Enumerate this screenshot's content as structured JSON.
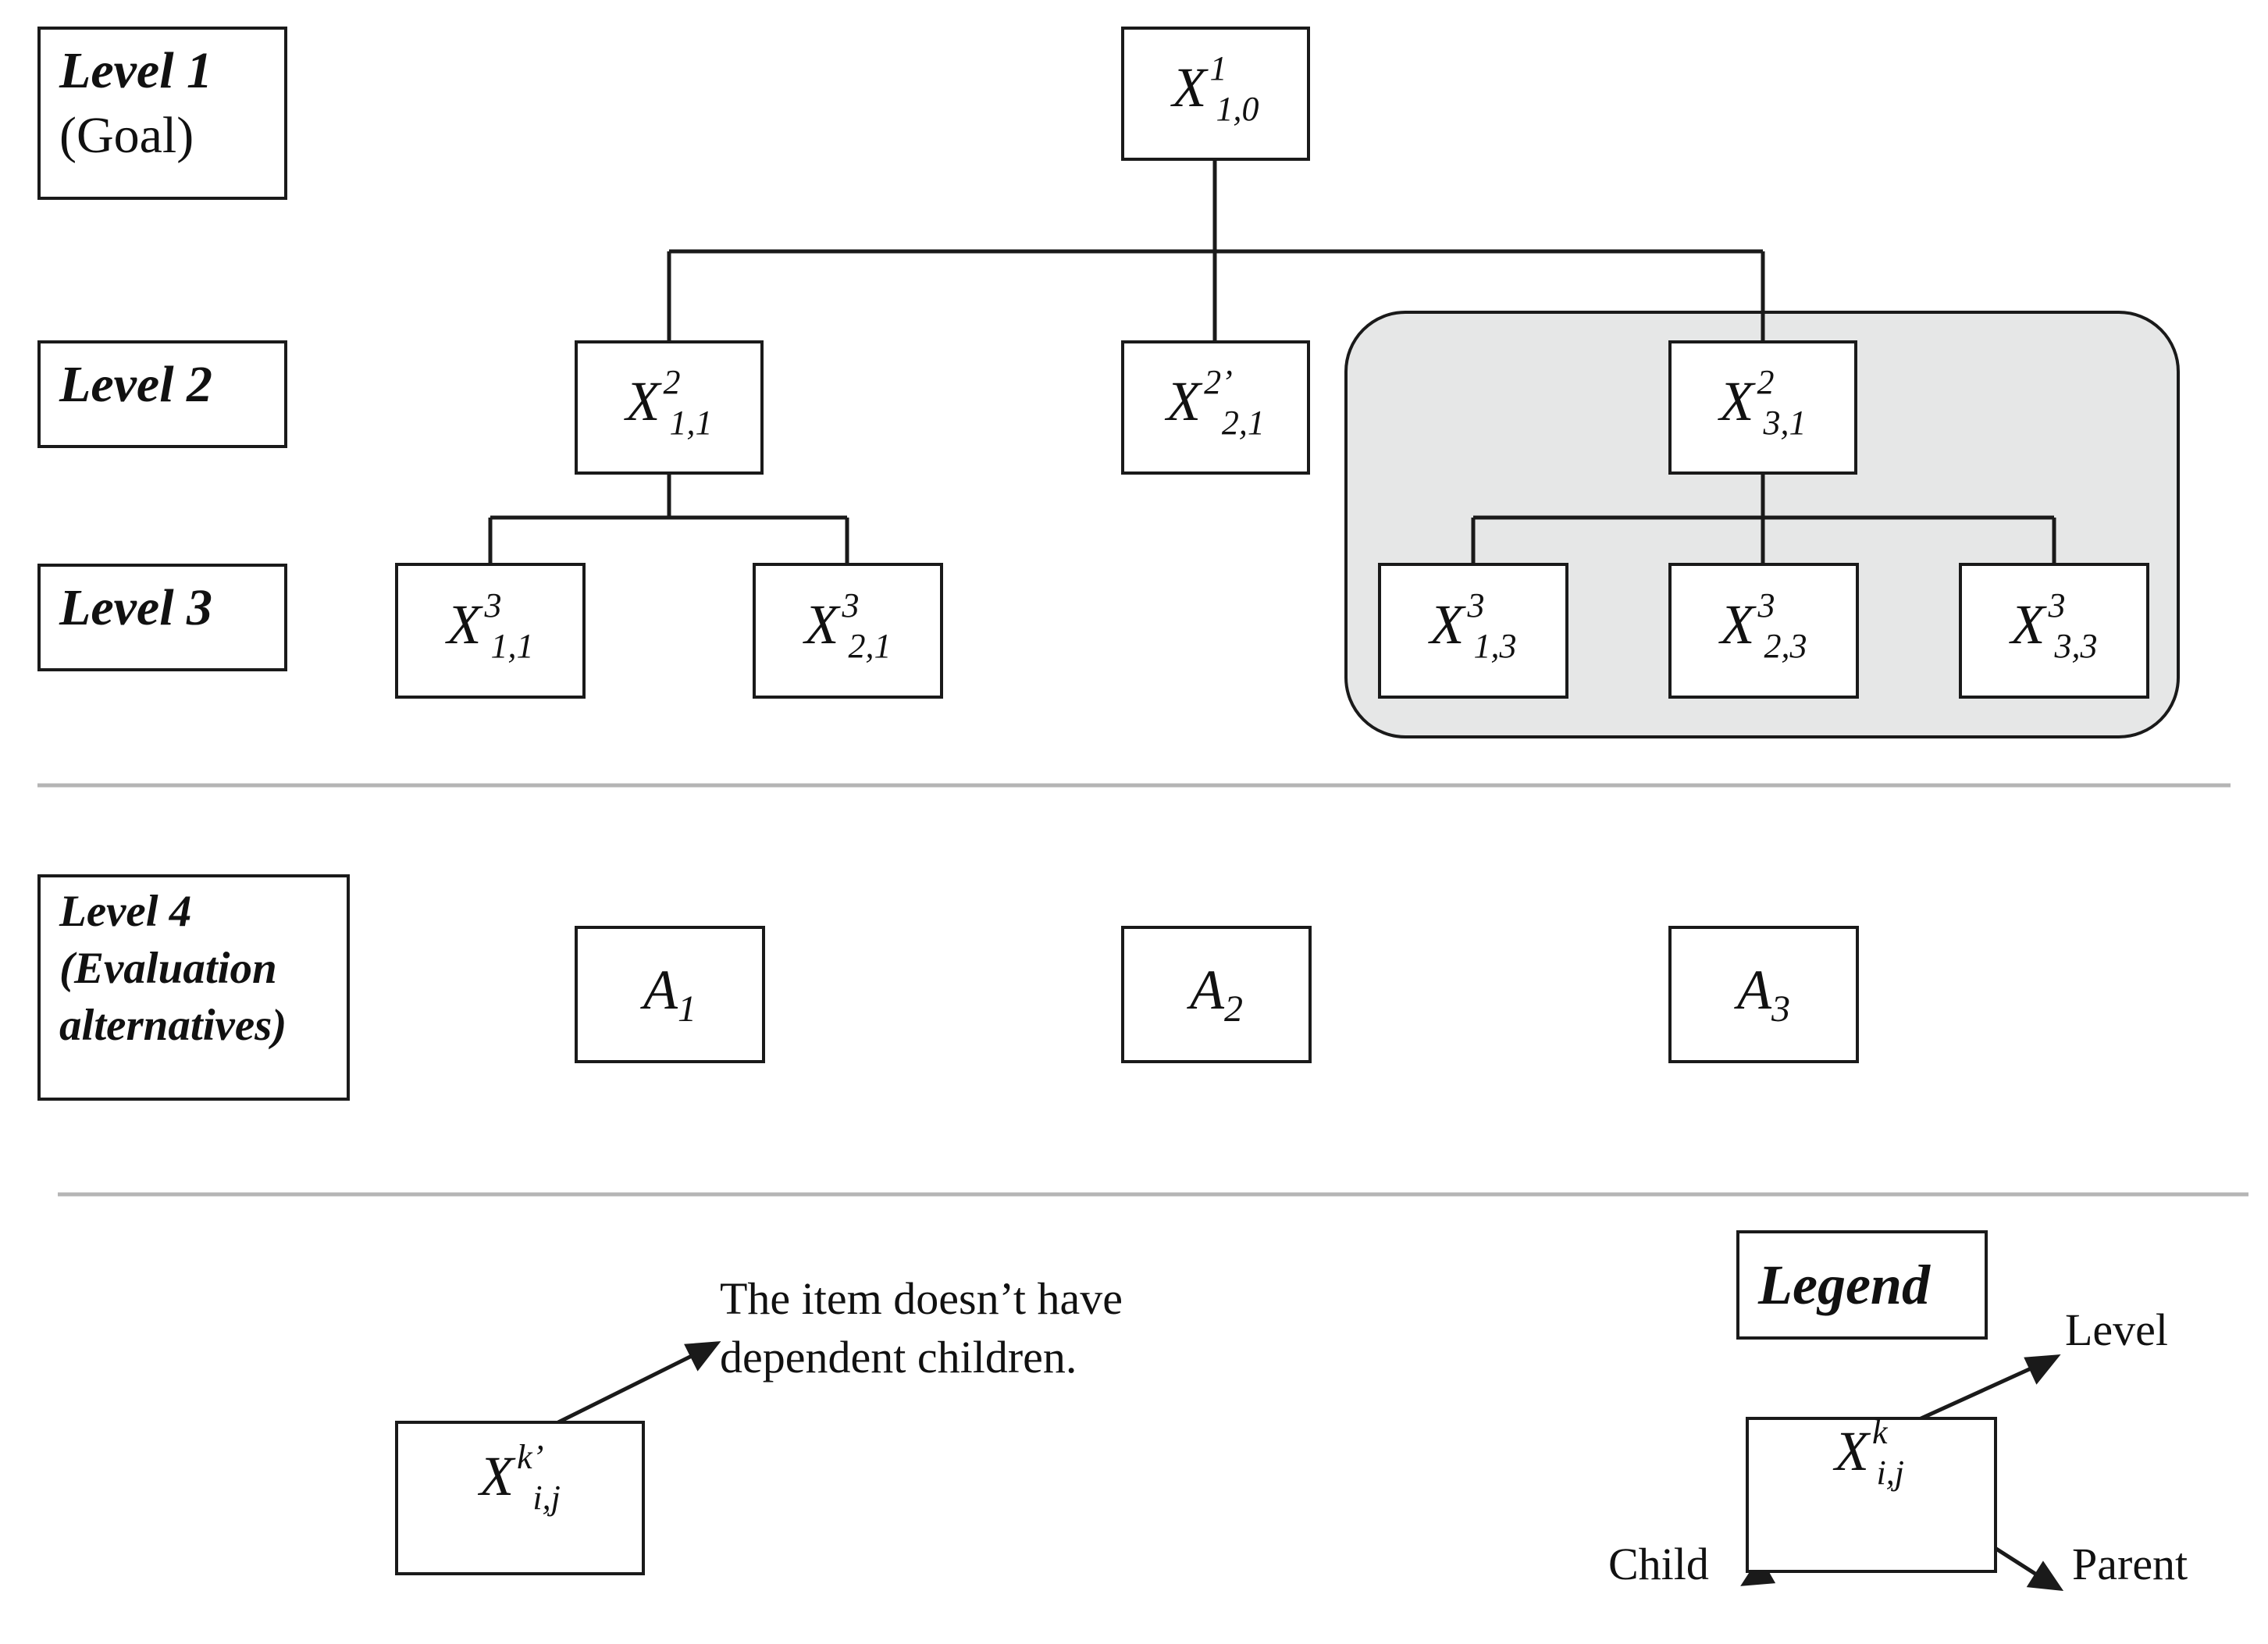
{
  "levels": {
    "level1": {
      "title": "Level 1",
      "subtitle": "(Goal)"
    },
    "level2": {
      "title": "Level 2"
    },
    "level3": {
      "title": "Level 3"
    },
    "level4": {
      "line1": "Level 4",
      "line2": "(Evaluation",
      "line3": "alternatives)"
    }
  },
  "nodes": {
    "goal": {
      "base": "X",
      "sup": "1",
      "sub": "1,0"
    },
    "x2_11": {
      "base": "X",
      "sup": "2",
      "sub": "1,1"
    },
    "x2_21": {
      "base": "X",
      "sup": "2’",
      "sub": "2,1"
    },
    "x2_31": {
      "base": "X",
      "sup": "2",
      "sub": "3,1"
    },
    "x3_11": {
      "base": "X",
      "sup": "3",
      "sub": "1,1"
    },
    "x3_21": {
      "base": "X",
      "sup": "3",
      "sub": "2,1"
    },
    "x3_13": {
      "base": "X",
      "sup": "3",
      "sub": "1,3"
    },
    "x3_23": {
      "base": "X",
      "sup": "3",
      "sub": "2,3"
    },
    "x3_33": {
      "base": "X",
      "sup": "3",
      "sub": "3,3"
    }
  },
  "alternatives": [
    {
      "base": "A",
      "sub": "1"
    },
    {
      "base": "A",
      "sub": "2"
    },
    {
      "base": "A",
      "sub": "3"
    }
  ],
  "example": {
    "node": {
      "base": "X",
      "sup": "k’",
      "sub": "i,j"
    },
    "note_line1": "The item doesn’t have",
    "note_line2": "dependent children."
  },
  "legend": {
    "title": "Legend",
    "node": {
      "base": "X",
      "sup": "k",
      "sub": "i,j"
    },
    "level_label": "Level",
    "child_label": "Child",
    "parent_label": "Parent"
  }
}
